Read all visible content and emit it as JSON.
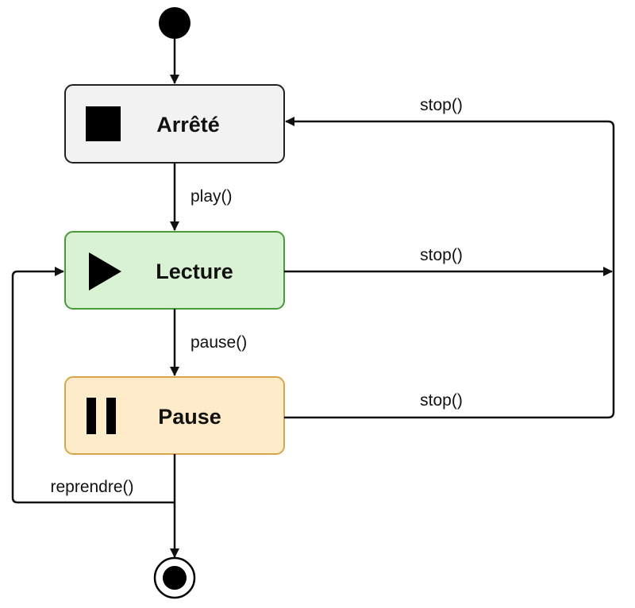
{
  "states": {
    "stopped": {
      "label": "Arrêté",
      "icon": "stop-square-icon",
      "fill": "#f2f2f2",
      "stroke": "#222222"
    },
    "playing": {
      "label": "Lecture",
      "icon": "play-triangle-icon",
      "fill": "#d9f2d4",
      "stroke": "#4a9a3a"
    },
    "paused": {
      "label": "Pause",
      "icon": "pause-bars-icon",
      "fill": "#fdebc9",
      "stroke": "#d9a54a"
    }
  },
  "transitions": {
    "play": "play()",
    "pause": "pause()",
    "resume": "reprendre()",
    "stop_from_stopped": "stop()",
    "stop_from_playing": "stop()",
    "stop_from_paused": "stop()"
  },
  "pseudostates": {
    "initial": "initial-node-icon",
    "final": "final-node-icon"
  }
}
